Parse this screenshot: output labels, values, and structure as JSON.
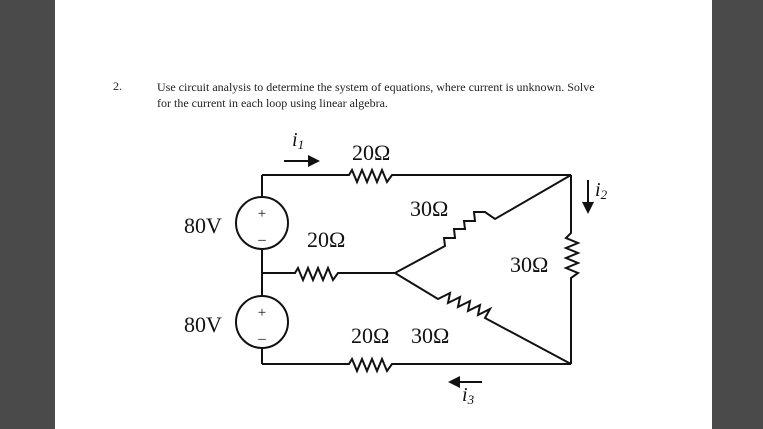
{
  "question": {
    "number": "2.",
    "line1": "Use circuit analysis to determine the system of equations, where current is unknown. Solve",
    "line2": "for the current in each loop using linear algebra."
  },
  "circuit": {
    "source_top": "80V",
    "source_bottom": "80V",
    "plus": "+",
    "minus": "–",
    "r_top": "20Ω",
    "r_diag_upper": "30Ω",
    "r_mid": "20Ω",
    "r_right": "30Ω",
    "r_bottom": "20Ω",
    "r_diag_lower": "30Ω",
    "i1": "i",
    "i1_sub": "1",
    "i2": "i",
    "i2_sub": "2",
    "i3": "i",
    "i3_sub": "3"
  }
}
